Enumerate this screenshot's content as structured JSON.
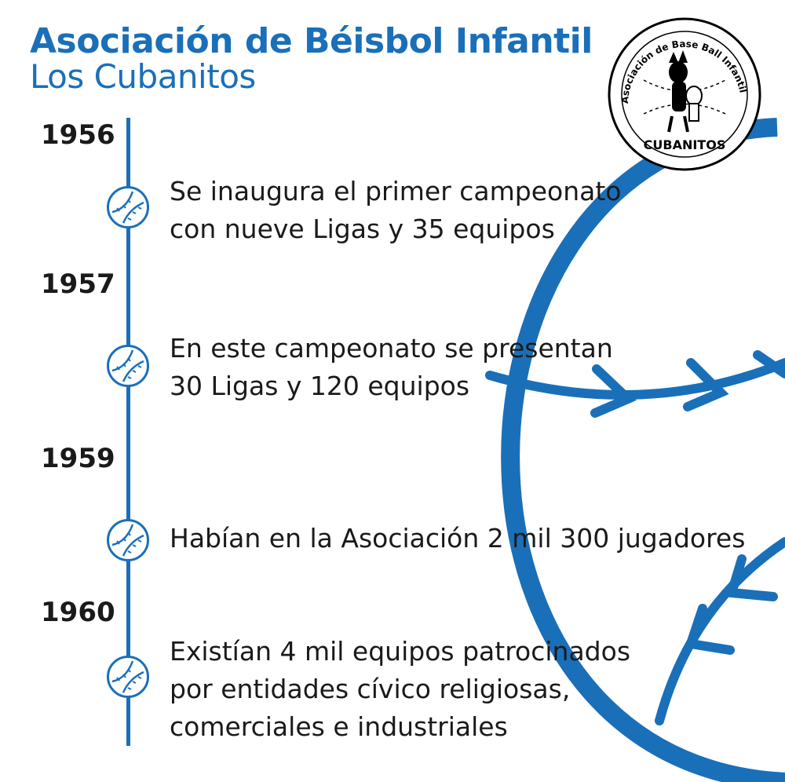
{
  "header": {
    "title_line1": "Asociación de Béisbol Infantil",
    "title_line2": "Los Cubanitos"
  },
  "logo": {
    "arc_text": "Asociación de Base Ball Infantil",
    "bottom_text": "CUBANITOS"
  },
  "timeline": [
    {
      "year": "1956",
      "lines": [
        "Se inaugura el primer campeonato",
        "con nueve Ligas y 35 equipos"
      ]
    },
    {
      "year": "1957",
      "lines": [
        "En este campeonato se presentan",
        "30 Ligas y 120 equipos"
      ]
    },
    {
      "year": "1959",
      "lines": [
        "Habían en la Asociación 2 mil 300 jugadores"
      ]
    },
    {
      "year": "1960",
      "lines": [
        "Existían 4 mil equipos patrocinados",
        "por entidades cívico religiosas,",
        "comerciales e industriales"
      ]
    }
  ],
  "colors": {
    "accent": "#1a6fb9",
    "text": "#1a1a1a"
  },
  "icons": {
    "timeline_marker": "baseball-icon",
    "background": "baseball-outline-icon"
  }
}
